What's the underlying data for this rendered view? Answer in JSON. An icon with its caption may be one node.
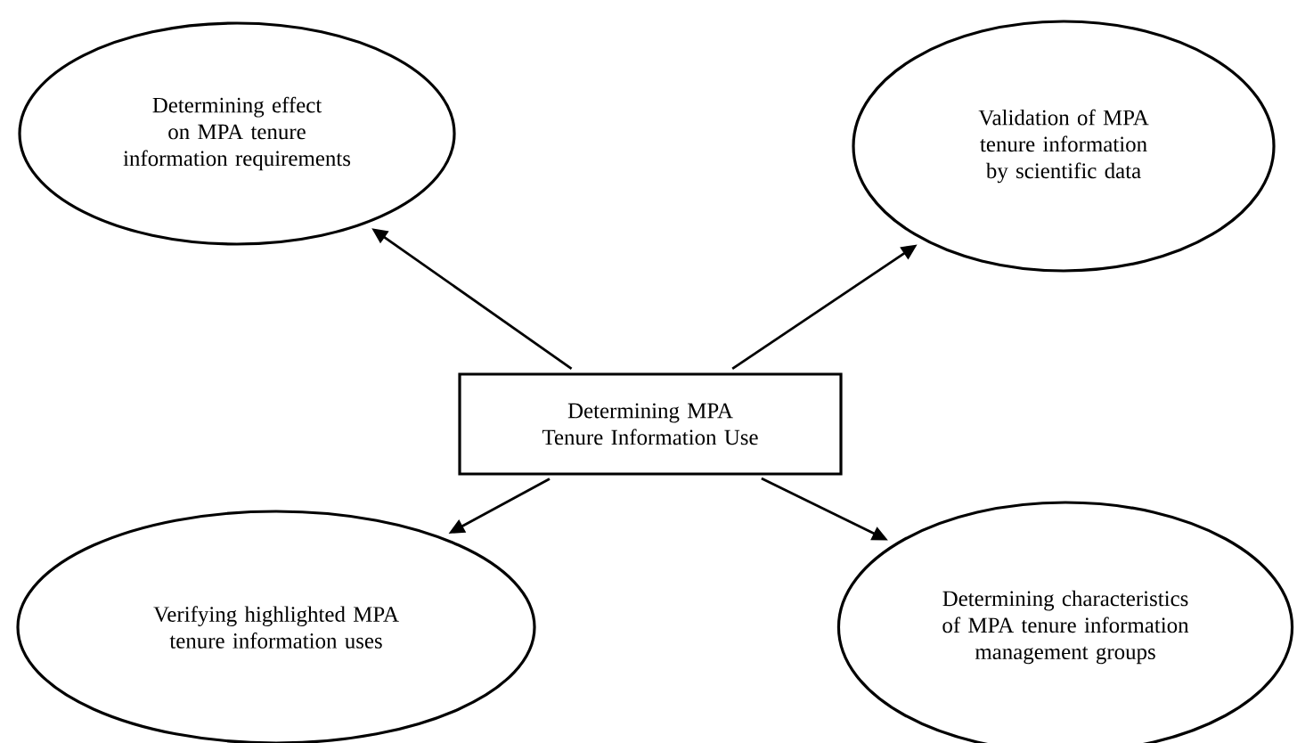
{
  "diagram": {
    "nodes": [
      {
        "text": [
          "Determining MPA Tenure Information Use"
        ]
      },
      {
        "text": [
          "Determining effect on MPA tenure information requirements"
        ]
      },
      {
        "text": [
          "Validation of MPA tenure information by scientific data"
        ]
      },
      {
        "text": [
          "Verifying highlighted MPA tenure information uses"
        ]
      },
      {
        "text": [
          "Determining characteristics of MPA tenure information management groups"
        ]
      }
    ],
    "edges": [
      {
        "from": 0,
        "to": 1,
        "arrow": "to"
      },
      {
        "from": 0,
        "to": 2,
        "arrow": "to"
      },
      {
        "from": 0,
        "to": 3,
        "arrow": "to"
      },
      {
        "from": 0,
        "to": 4,
        "arrow": "to"
      }
    ]
  }
}
